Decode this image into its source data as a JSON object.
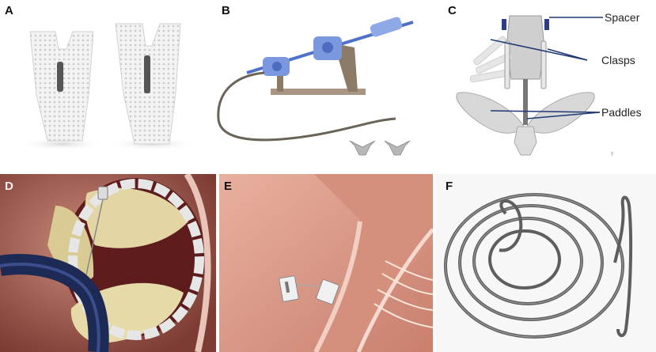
{
  "figure": {
    "panels": [
      {
        "id": "A",
        "letter": "A"
      },
      {
        "id": "B",
        "letter": "B"
      },
      {
        "id": "C",
        "letter": "C",
        "callouts": {
          "spacer": "Spacer",
          "clasps": "Clasps",
          "paddles": "Paddles"
        }
      },
      {
        "id": "D",
        "letter": "D"
      },
      {
        "id": "E",
        "letter": "E"
      },
      {
        "id": "F",
        "letter": "F"
      }
    ]
  },
  "colors": {
    "device_blue": "#6f8fd8",
    "tissue_pink": "#d98a7a",
    "leaflet_cream": "#e9dcae",
    "catheter_navy": "#1d2a55",
    "wire_steel": "#6b6b6b"
  }
}
